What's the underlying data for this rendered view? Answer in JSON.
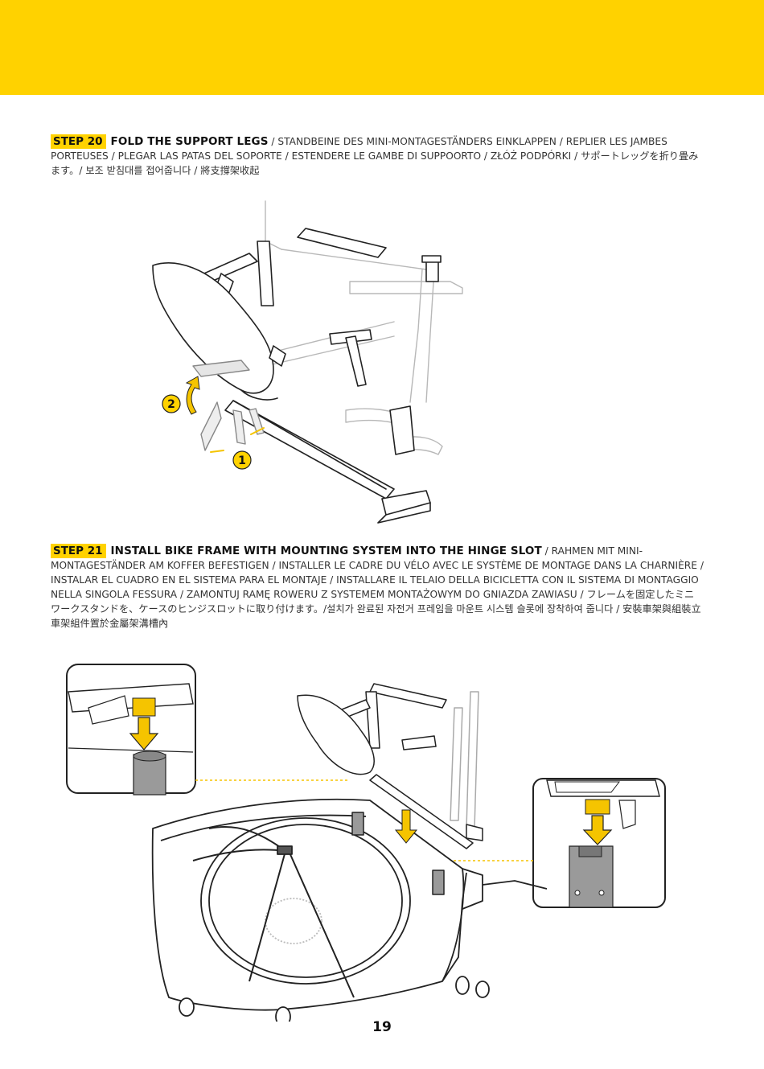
{
  "header": {
    "band_color": "#ffd200"
  },
  "step20": {
    "badge": "STEP 20",
    "title": "FOLD THE SUPPORT LEGS",
    "translations": " / STANDBEINE DES MINI-MONTAGESTÄNDERS EINKLAPPEN / REPLIER LES JAMBES PORTEUSES / PLEGAR LAS PATAS DEL SOPORTE / ESTENDERE LE GAMBE DI SUPPOORTO / ZŁÓŻ PODPÓRKI / サポートレッグを折り畳みます。/ 보조 받침대를 접어줍니다  / 將支撐架收起",
    "callouts": [
      "2",
      "1"
    ]
  },
  "step21": {
    "badge": "STEP 21",
    "title": "INSTALL BIKE FRAME WITH MOUNTING SYSTEM INTO THE HINGE SLOT",
    "translations": " / RAHMEN MIT MINI-MONTAGESTÄNDER AM KOFFER BEFESTIGEN / INSTALLER LE CADRE DU VÉLO AVEC LE SYSTÈME DE MONTAGE DANS LA CHARNIÈRE / INSTALAR EL CUADRO EN EL SISTEMA PARA EL MONTAJE / INSTALLARE IL TELAIO DELLA BICICLETTA CON IL SISTEMA DI MONTAGGIO NELLA SINGOLA FESSURA / ZAMONTUJ RAMĘ ROWERU Z SYSTEMEM MONTAŻOWYM DO GNIAZDA ZAWIASU / フレームを固定したミニ ワークスタンドを、ケースのヒンジスロットに取り付けます。/설치가 완료된 자전거 프레임을 마운트 시스템 슬롯에 장착하여 줍니다 / 安裝車架與組裝立車架組件置於金屬架溝槽內"
  },
  "page_number": "19",
  "colors": {
    "accent": "#ffd200",
    "arrow": "#f5c400",
    "line": "#222222",
    "frame_gray": "#bdbdbd"
  }
}
